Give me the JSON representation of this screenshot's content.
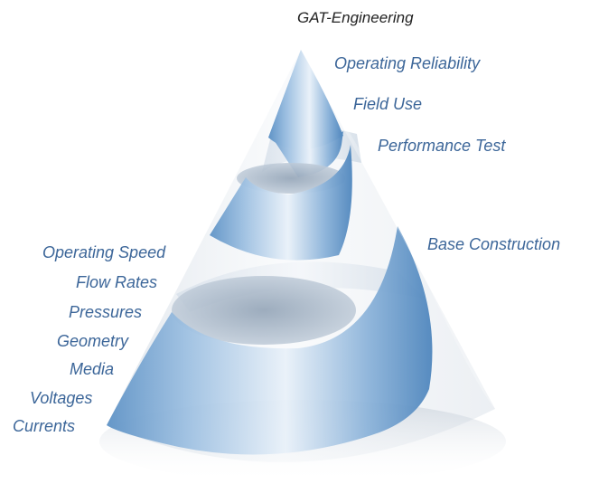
{
  "title": "GAT-Engineering",
  "right_labels": [
    "Operating Reliability",
    "Field Use",
    "Performance Test",
    "Base Construction"
  ],
  "left_labels": [
    "Operating Speed",
    "Flow Rates",
    "Pressures",
    "Geometry",
    "Media",
    "Voltages",
    "Currents"
  ],
  "colors": {
    "label": "#3c6699",
    "title": "#222222",
    "band_dark": "#6f9fcc",
    "band_light": "#e6eef7",
    "cone_glass": "#dfe5ec"
  }
}
